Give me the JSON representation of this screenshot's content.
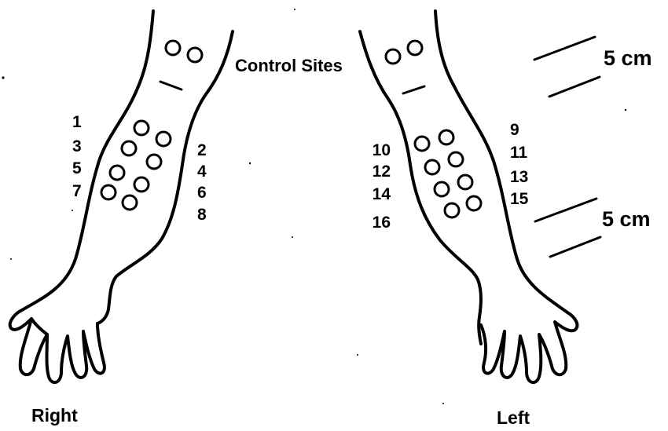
{
  "control_label": "Control Sites",
  "arms": {
    "right": {
      "label": "Right",
      "numbers_left": [
        "1",
        "3",
        "5",
        "7"
      ],
      "numbers_right": [
        "2",
        "4",
        "6",
        "8"
      ]
    },
    "left": {
      "label": "Left",
      "numbers_left": [
        "10",
        "12",
        "14",
        "16"
      ],
      "numbers_right": [
        "9",
        "11",
        "13",
        "15"
      ]
    }
  },
  "scale_bars": [
    {
      "label": "5 cm"
    },
    {
      "label": "5 cm"
    }
  ]
}
